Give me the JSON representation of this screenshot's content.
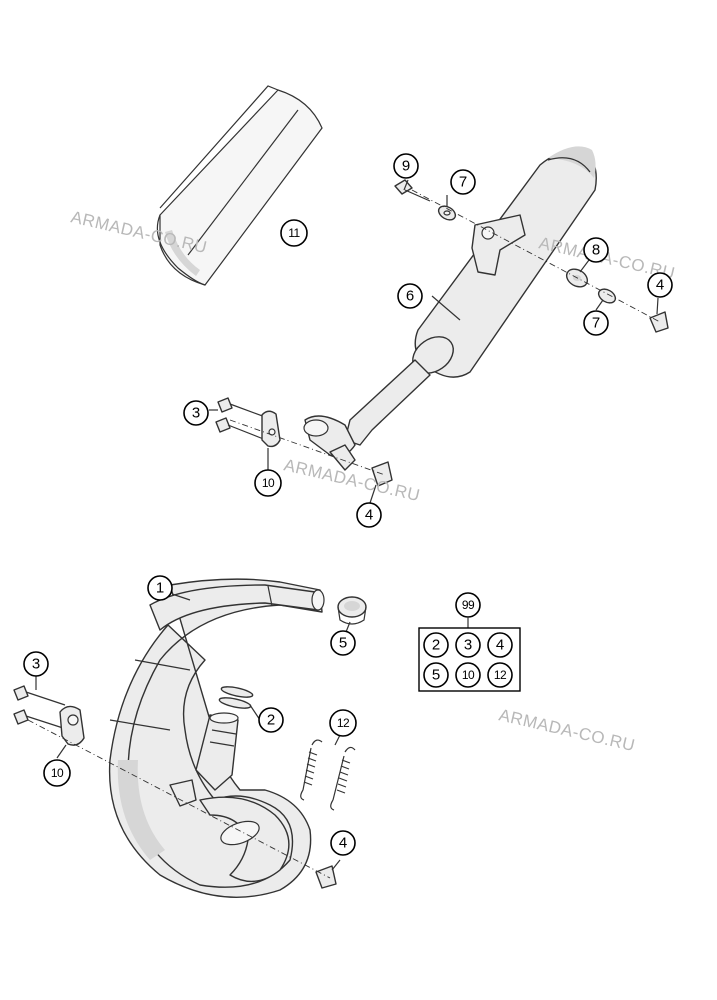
{
  "watermark_text": "ARMADA-CO.RU",
  "callouts": {
    "c1": "1",
    "c2": "2",
    "c3a": "3",
    "c3b": "3",
    "c4a": "4",
    "c4b": "4",
    "c4c": "4",
    "c5": "5",
    "c6": "6",
    "c7a": "7",
    "c7b": "7",
    "c8": "8",
    "c9": "9",
    "c10a": "10",
    "c10b": "10",
    "c11": "11",
    "c12": "12"
  },
  "kit": {
    "header": "99",
    "items": [
      "2",
      "3",
      "4",
      "5",
      "10",
      "12"
    ]
  }
}
